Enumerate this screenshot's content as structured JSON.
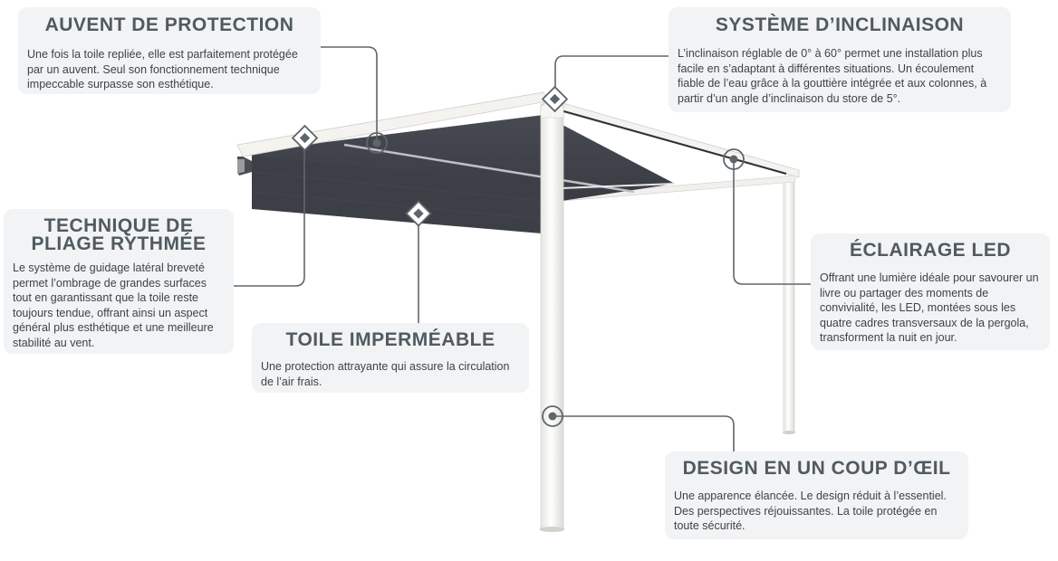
{
  "cards": {
    "auvent": {
      "title": "AUVENT DE PROTECTION",
      "text": "Une fois la toile repliée, elle est parfaitement protégée par un auvent. Seul son fonctionnement technique impeccable surpasse son esthétique."
    },
    "inclinaison": {
      "title": "SYSTÈME D’INCLINAISON",
      "text": "L’inclinaison réglable de 0° à 60° permet une installation plus facile en s’adaptant à différentes situations. Un écoulement fiable de l’eau grâce à la gouttière intégrée et aux colonnes, à partir d’un angle d’inclinaison du store de 5°."
    },
    "pliage": {
      "title": "TECHNIQUE DE PLIAGE RYTHMÉE",
      "text": "Le système de guidage latéral breveté permet l’ombrage de grandes surfaces tout en garantissant que la toile reste toujours tendue, offrant ainsi un aspect général plus esthétique et une meilleure stabilité au vent."
    },
    "toile": {
      "title": "TOILE IMPERMÉABLE",
      "text": "Une protection attrayante qui assure la circulation de l’air frais."
    },
    "led": {
      "title": "ÉCLAIRAGE LED",
      "text": "Offrant une lumière idéale pour savourer un livre ou partager des moments de convivialité, les LED, montées sous les quatre cadres transversaux de la pergola, transforment la nuit en jour."
    },
    "design": {
      "title": "DESIGN EN UN COUP D’ŒIL",
      "text": "Une apparence élancée. Le design réduit à l’essentiel. Des perspectives réjouissantes. La toile protégée en toute sécurité."
    }
  },
  "colors": {
    "card_bg": "#f2f3f4",
    "title": "#505a61",
    "text": "#3c4348",
    "connector": "#5f666b",
    "fabric": "#3e4048",
    "frame": "#f4f3ef"
  }
}
